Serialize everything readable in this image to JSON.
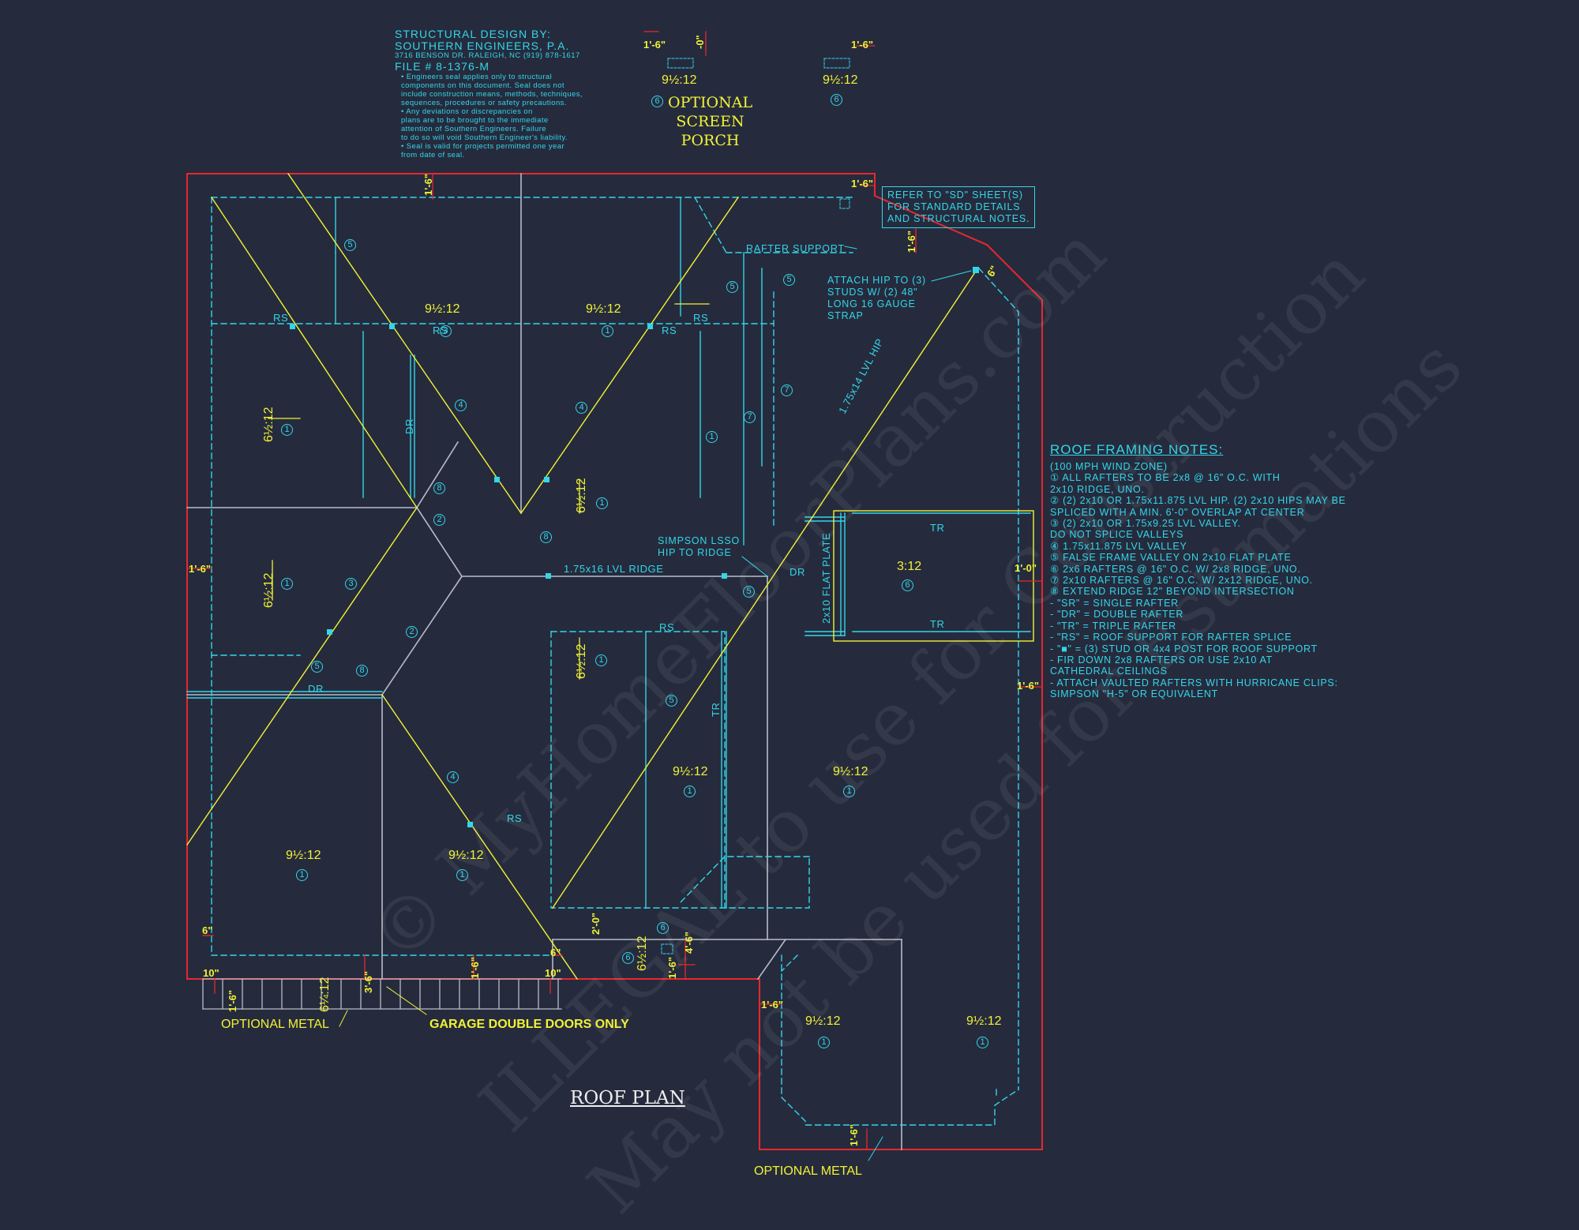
{
  "design_block": {
    "line1": "STRUCTURAL DESIGN BY:",
    "line2": "SOUTHERN ENGINEERS, P.A.",
    "address": "3716 BENSON DR. RALEIGH, NC (919) 878-1617",
    "file": "FILE # 8-1376-M",
    "bullets": [
      "• Engineers seal applies only to structural",
      "   components on this document. Seal does not",
      "   include construction means, methods, techniques,",
      "   sequences, procedures or safety precautions.",
      "• Any deviations or discrepancies on",
      "   plans are to be brought to the immediate",
      "   attention of Southern Engineers.  Failure",
      "   to do so will void Southern Engineer's liability.",
      "• Seal is valid for projects permitted one year",
      "   from date of seal."
    ]
  },
  "porch": {
    "l1": "OPTIONAL",
    "l2": "SCREEN",
    "l3": "PORCH"
  },
  "refer_box": {
    "l1": "REFER TO \"SD\" SHEET(S)",
    "l2": "FOR STANDARD DETAILS",
    "l3": "AND STRUCTURAL NOTES."
  },
  "callouts": {
    "rafter_support": "RAFTER SUPPORT",
    "attach_hip": [
      "ATTACH HIP TO (3)",
      "STUDS W/ (2) 48\"",
      "LONG 16 GAUGE",
      "STRAP"
    ],
    "simpson": [
      "SIMPSON LSSO",
      "HIP TO RIDGE"
    ],
    "ridge": "1.75x16 LVL RIDGE",
    "lvl_hip": "1.75x14 LVL HIP",
    "flat_plate": "2x10 FLAT PLATE",
    "optional_metal": "OPTIONAL METAL",
    "garage_doors": "GARAGE DOUBLE DOORS ONLY",
    "optional_metal_bottom": "OPTIONAL METAL"
  },
  "labels": {
    "rs": "RS",
    "dr": "DR",
    "tr": "TR"
  },
  "pitches": {
    "p912": "9½:12",
    "p612": "6½:12",
    "p6412": "6¼:12",
    "p312": "3:12"
  },
  "dims": {
    "d16": "1'-6\"",
    "d10": "1'-0\"",
    "d6": "6\"",
    "d6in": "6\"",
    "d10in": "10\"",
    "d20": "2'-0\"",
    "d46": "4'-6\"",
    "d36": "3'-6\"",
    "d0": "-0\""
  },
  "badges": [
    "1",
    "2",
    "3",
    "4",
    "5",
    "6",
    "7",
    "8"
  ],
  "notes": {
    "title": "ROOF FRAMING NOTES:",
    "rows": [
      "    (100 MPH WIND ZONE)",
      "①  ALL RAFTERS TO BE 2x8 @ 16\" O.C. WITH",
      "     2x10 RIDGE, UNO.",
      "②  (2) 2x10 OR 1.75x11.875 LVL HIP. (2) 2x10 HIPS MAY BE",
      "     SPLICED WITH A MIN. 6'-0\" OVERLAP AT CENTER",
      "③  (2) 2x10 OR 1.75x9.25 LVL VALLEY.",
      "     DO NOT SPLICE VALLEYS",
      "④  1.75x11.875 LVL VALLEY",
      "⑤  FALSE FRAME VALLEY ON 2x10 FLAT PLATE",
      "⑥  2x6 RAFTERS @ 16\" O.C. W/ 2x8 RIDGE, UNO.",
      "⑦  2x10 RAFTERS @ 16\" O.C. W/ 2x12 RIDGE, UNO.",
      "⑧  EXTEND RIDGE 12\" BEYOND INTERSECTION",
      " -  \"SR\" = SINGLE RAFTER",
      " -  \"DR\" = DOUBLE RAFTER",
      " -  \"TR\" = TRIPLE RAFTER",
      " -  \"RS\" = ROOF SUPPORT FOR RAFTER SPLICE",
      " -  \"■\"  = (3) STUD OR 4x4 POST FOR ROOF SUPPORT",
      " -  FIR DOWN 2x8 RAFTERS OR USE 2x10 AT",
      "     CATHEDRAL CEILINGS",
      " -  ATTACH VAULTED RAFTERS WITH HURRICANE CLIPS:",
      "     SIMPSON \"H-5\" OR EQUIVALENT"
    ]
  },
  "watermark": {
    "l1": "© MyHomeFloorPlans.com",
    "l2": "ILLEGAL to use for Construction",
    "l3": "May not be used for Estimations"
  },
  "sheet_title": "ROOF PLAN",
  "colors": {
    "background": "#252b3d",
    "cyan": "#33d6e8",
    "yellow": "#f2f234",
    "red": "#e8272e",
    "white": "#dddddd"
  }
}
